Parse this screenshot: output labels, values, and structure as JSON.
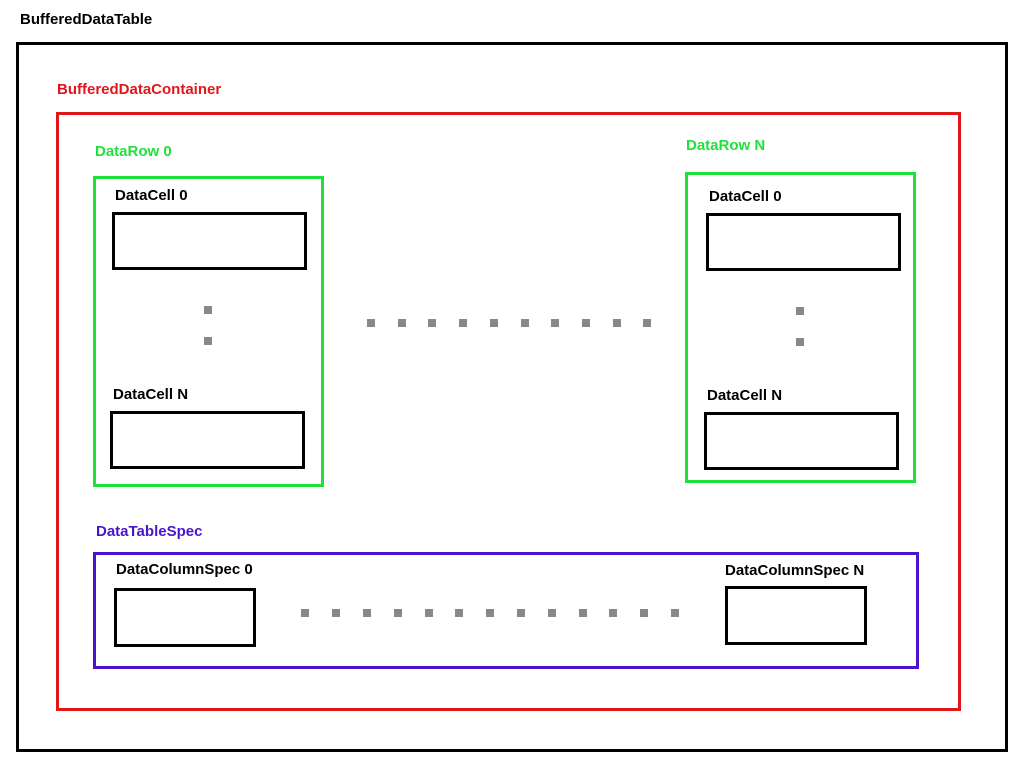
{
  "colors": {
    "table": "#000000",
    "container": "#e0161b",
    "row": "#22e03b",
    "spec": "#4a14cc",
    "cell": "#000000",
    "ellipsis": "#888888"
  },
  "table": {
    "label": "BufferedDataTable"
  },
  "container": {
    "label": "BufferedDataContainer"
  },
  "rows": [
    {
      "label": "DataRow 0",
      "cells": [
        {
          "label": "DataCell 0"
        },
        {
          "label": "DataCell N"
        }
      ]
    },
    {
      "label": "DataRow N",
      "cells": [
        {
          "label": "DataCell 0"
        },
        {
          "label": "DataCell N"
        }
      ]
    }
  ],
  "spec": {
    "label": "DataTableSpec",
    "columns": [
      {
        "label": "DataColumnSpec 0"
      },
      {
        "label": "DataColumnSpec N"
      }
    ]
  }
}
